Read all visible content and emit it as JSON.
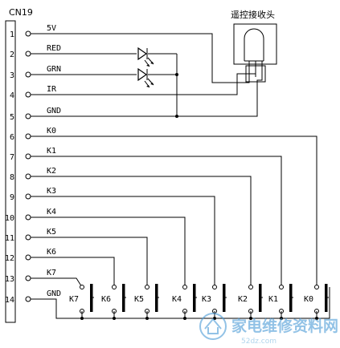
{
  "connector": {
    "name": "CN19",
    "pins": [
      {
        "num": "1",
        "signal": "5V"
      },
      {
        "num": "2",
        "signal": "RED"
      },
      {
        "num": "3",
        "signal": "GRN"
      },
      {
        "num": "4",
        "signal": "IR"
      },
      {
        "num": "5",
        "signal": "GND"
      },
      {
        "num": "6",
        "signal": "K0"
      },
      {
        "num": "7",
        "signal": "K1"
      },
      {
        "num": "8",
        "signal": "K2"
      },
      {
        "num": "9",
        "signal": "K3"
      },
      {
        "num": "10",
        "signal": "K4"
      },
      {
        "num": "11",
        "signal": "K5"
      },
      {
        "num": "12",
        "signal": "K6"
      },
      {
        "num": "13",
        "signal": "K7"
      },
      {
        "num": "14",
        "signal": "GND"
      }
    ]
  },
  "ir_receiver": {
    "label": "遥控接收头"
  },
  "keys": [
    "K7",
    "K6",
    "K5",
    "K4",
    "K3",
    "K2",
    "K1",
    "K0"
  ],
  "watermark": {
    "title": "家电维修资料网",
    "url": "52dz.com"
  }
}
